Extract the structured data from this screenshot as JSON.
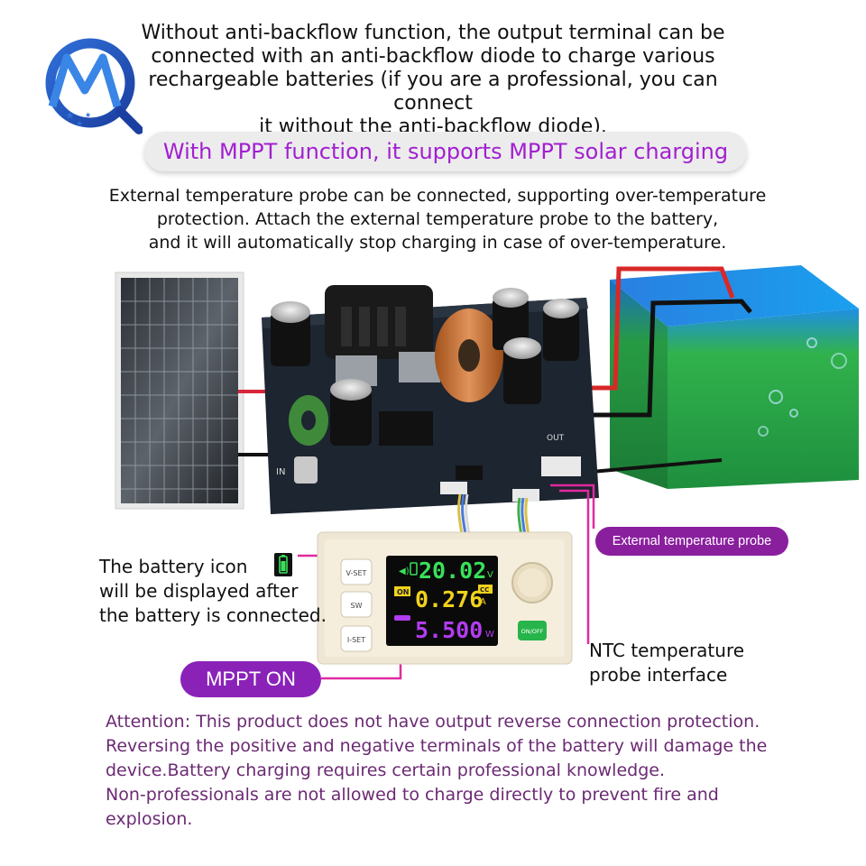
{
  "intro_lines": [
    "Without anti-backflow function, the output terminal can be",
    "connected with an anti-backflow diode to charge various",
    "rechargeable batteries (if you are a professional, you can connect",
    "it without the anti-backflow diode)."
  ],
  "mppt_banner": "With MPPT function, it supports MPPT solar charging",
  "probe_lines": [
    "External temperature probe can be connected, supporting over-temperature",
    "protection. Attach the external temperature probe to the battery,",
    "and it will automatically stop charging in case of over-temperature."
  ],
  "battery_note_lines": [
    "The battery icon",
    "will be displayed after",
    "the battery is connected."
  ],
  "mppt_on_label": "MPPT ON",
  "external_probe_label": "External temperature probe",
  "ntc_lines": [
    "NTC temperature",
    "probe interface"
  ],
  "board_labels": {
    "in": "IN",
    "out": "OUT"
  },
  "module": {
    "vset_label": "V-SET",
    "sw_label": "SW",
    "iset_label": "I-SET",
    "onoff_label": "ON/OFF",
    "on_badge": "ON",
    "cc_badge": "CC",
    "voltage": "20.02",
    "voltage_unit": "V",
    "current": "0.276",
    "current_unit": "A",
    "power": "5.500",
    "power_unit": "W"
  },
  "attention_lines": [
    "Attention: This product does not have output reverse connection protection.",
    "Reversing the positive and negative terminals of the battery will damage the",
    "device.Battery charging requires certain professional knowledge.",
    "Non-professionals are not allowed to charge directly to prevent fire and",
    "explosion."
  ],
  "colors": {
    "accent_purple": "#a21fd0",
    "pill_purple": "#8a22b8",
    "attention_text": "#6b2a73",
    "lcd_green": "#39e05a",
    "lcd_yellow": "#f1d21c",
    "lcd_purple": "#b23cf0"
  }
}
